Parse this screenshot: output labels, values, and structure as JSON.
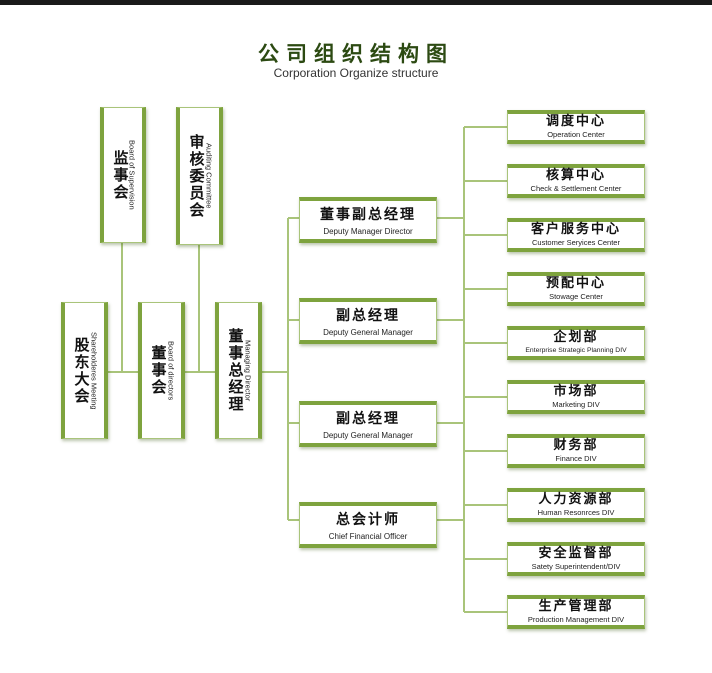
{
  "title": {
    "cn": "公司组织结构图",
    "en": "Corporation Organize structure"
  },
  "colors": {
    "accent": "#7ea33e",
    "line": "#a9c47a",
    "text": "#111111"
  },
  "top": {
    "supervision": {
      "cn": "监事会",
      "en": "Board of Supervision"
    },
    "auditing": {
      "cn": "审核委员会",
      "en": "Auditing Committee"
    }
  },
  "chain": {
    "shareholders": {
      "cn": "股东大会",
      "en": "Shareholderes Meeting"
    },
    "board": {
      "cn": "董事会",
      "en": "Board of directors"
    },
    "managing": {
      "cn": "董事总经理",
      "en": "Managing Director"
    }
  },
  "executives": [
    {
      "cn": "董事副总经理",
      "en": "Deputy Manager Director"
    },
    {
      "cn": "副总经理",
      "en": "Deputy General Manager"
    },
    {
      "cn": "副总经理",
      "en": "Deputy General Manager"
    },
    {
      "cn": "总会计师",
      "en": "Chief Financial Officer"
    }
  ],
  "departments": [
    {
      "cn": "调度中心",
      "en": "Operation Center"
    },
    {
      "cn": "核算中心",
      "en": "Check & Settlement Center"
    },
    {
      "cn": "客户服务中心",
      "en": "Customer Seryices Center"
    },
    {
      "cn": "预配中心",
      "en": "Stowage Center"
    },
    {
      "cn": "企划部",
      "en": "Enterprise Strategic Planning DIV"
    },
    {
      "cn": "市场部",
      "en": "Marketing DIV"
    },
    {
      "cn": "财务部",
      "en": "Finance DIV"
    },
    {
      "cn": "人力资源部",
      "en": "Human Resonrces DIV"
    },
    {
      "cn": "安全监督部",
      "en": "Satety Superintendent/DIV"
    },
    {
      "cn": "生产管理部",
      "en": "Production Management DIV"
    }
  ]
}
